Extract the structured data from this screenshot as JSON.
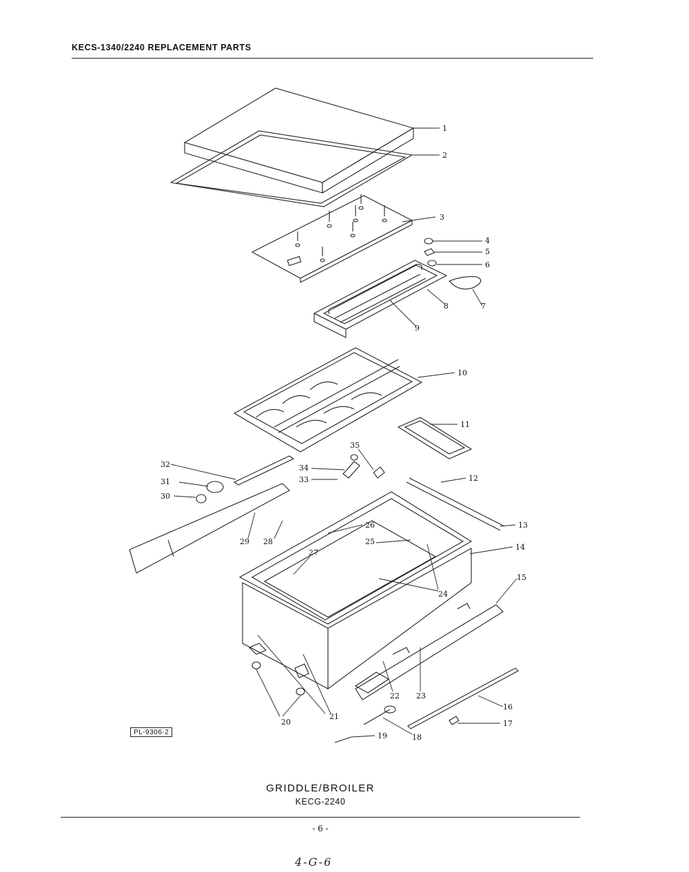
{
  "header": {
    "title": "KECS-1340/2240 REPLACEMENT PARTS"
  },
  "diagram": {
    "drawing_id": "PL-9306-2",
    "callouts": [
      "1",
      "2",
      "3",
      "4",
      "5",
      "6",
      "7",
      "8",
      "9",
      "10",
      "11",
      "12",
      "13",
      "14",
      "15",
      "16",
      "17",
      "18",
      "19",
      "20",
      "21",
      "22",
      "23",
      "24",
      "24",
      "25",
      "26",
      "27",
      "28",
      "29",
      "30",
      "31",
      "32",
      "33",
      "34",
      "35"
    ]
  },
  "caption": {
    "title": "GRIDDLE/BROILER",
    "model": "KECG-2240"
  },
  "footer": {
    "page_number": "- 6 -",
    "handwritten_note": "4-G-6"
  }
}
